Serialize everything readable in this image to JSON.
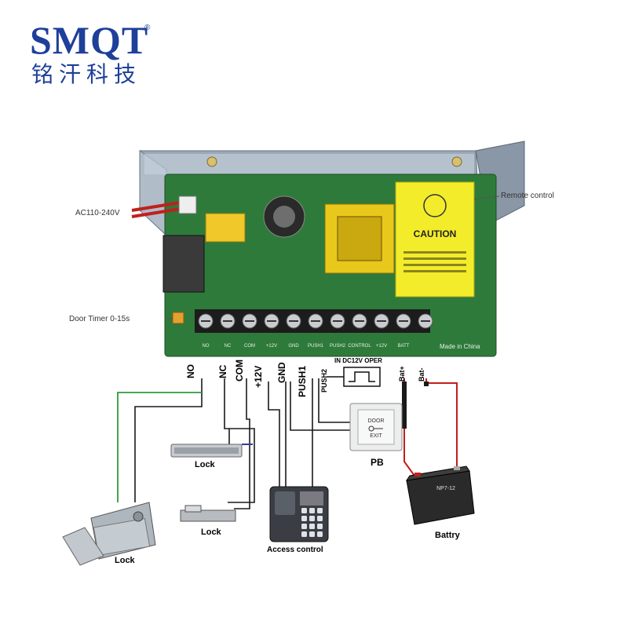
{
  "logo": {
    "brand": "SMQT",
    "registered": "®",
    "chinese": "铭汗科技",
    "color": "#1e3f9a"
  },
  "board_labels": {
    "ac_input": "AC110-240V",
    "remote_control": "Remote control",
    "door_timer": "Door Timer 0-15s",
    "caution": "CAUTION",
    "made_in": "Made in China",
    "pcb_terms": [
      "NO",
      "NC",
      "COM",
      "+12V",
      "GND",
      "PUSH1",
      "PUSH2",
      "CONTROL",
      "+12V",
      "BATT"
    ]
  },
  "terminals": {
    "no": "NO",
    "nc": "NC",
    "com": "COM",
    "plus12v": "+12V",
    "gnd": "GND",
    "push1": "PUSH1",
    "push2": "PUSH2",
    "in_dc12v": "IN DC12V OPER",
    "bat_plus": "Bat+",
    "bat_minus": "Bat-"
  },
  "devices": {
    "lock_magnetic": "Lock",
    "lock_strike": "Lock",
    "lock_rim": "Lock",
    "access_control": "Access control",
    "push_button": "PB",
    "pb_door": "DOOR",
    "pb_exit": "EXIT",
    "battery": "Battry",
    "battery_model": "NP7-12"
  },
  "colors": {
    "board_green": "#2e7a3a",
    "wire_green": "#2f9a3a",
    "wire_red": "#c0201c",
    "wire_black": "#1a1a1a",
    "transformer_yellow": "#e8c81a",
    "caution_yellow": "#f3ec2a"
  }
}
